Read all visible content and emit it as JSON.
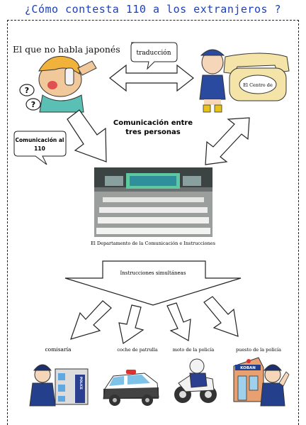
{
  "title": "¿Cómo contesta 110 a los extranjeros ?",
  "labels": {
    "foreigner": "El que no habla japonés",
    "translation": "traducción",
    "center": "El Centro de",
    "three_way_1": "Comunicación entre",
    "three_way_2": "tres personas",
    "call_110_1": "Comunicación al",
    "call_110_2": "110",
    "department": "El Departamento de la Comunicación e Instrucciones",
    "simultaneous": "Instrucciones simultáneas"
  },
  "destinations": [
    {
      "label": "comisaría"
    },
    {
      "label": "coche de patrulla"
    },
    {
      "label": "moto de la policía"
    },
    {
      "label": "puesto de la policía"
    }
  ],
  "icons": {
    "question_mark": "?",
    "police_sign": "POLICE",
    "koban_sign": "KOBAN"
  }
}
